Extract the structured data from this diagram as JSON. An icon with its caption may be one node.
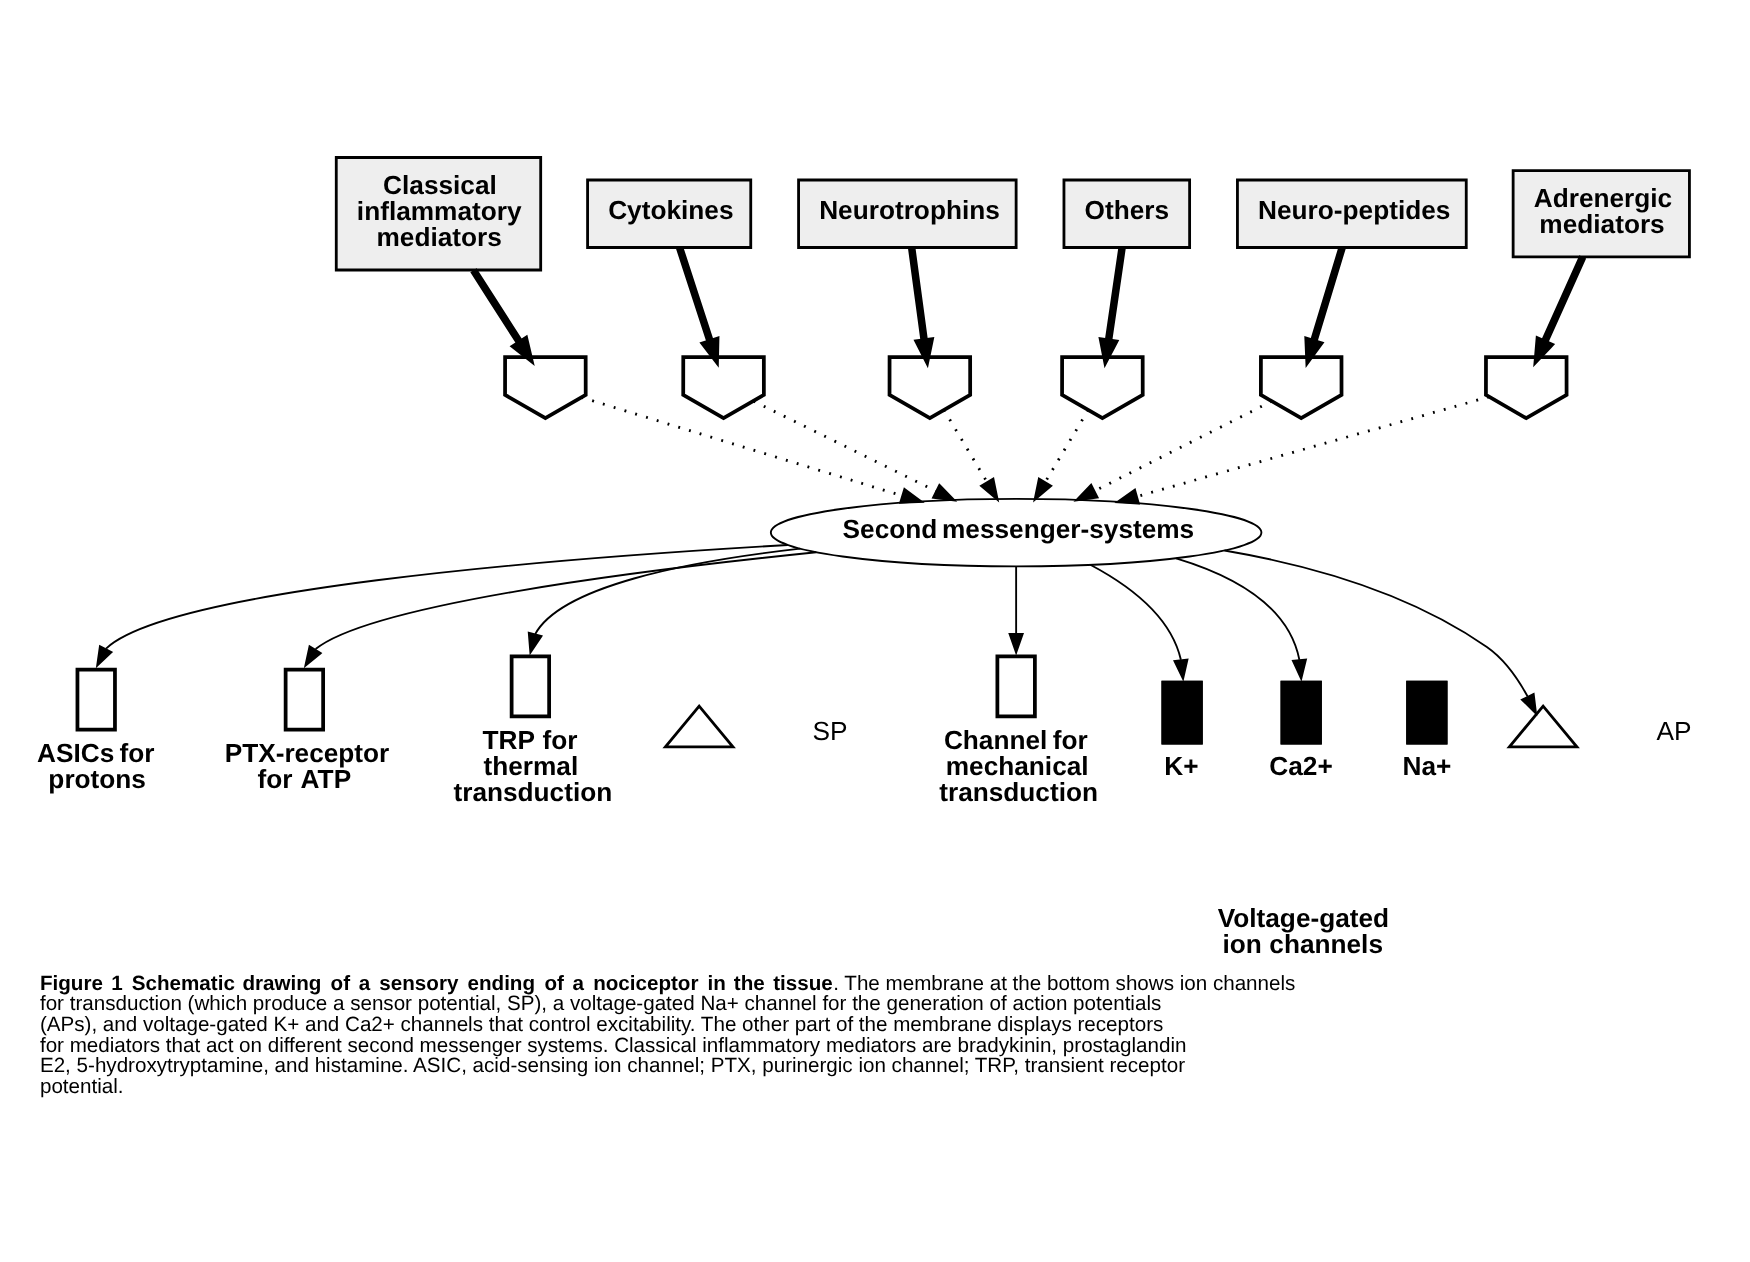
{
  "diagram": {
    "caption": "**Figure 1 Schematic drawing of a sensory ending of a nociceptor in the tissue**. The membrane at the bottom shows ion channels for transduction (which produce a sensor potential, SP), a voltage-gated Na+ channel for the generation of action potentials (APs), and voltage-gated K+ and Ca2+ channels that control excitability. The other part of the membrane displays receptors for mediators that act on different second messenger systems. Classical inflammatory mediators are bradykinin, prostaglandin E2, 5-hydroxytryptamine, and histamine. ASIC, acid-sensing ion channel; PTX, purinergic ion channel; TRP, transient receptor potential.",
    "nodes": [
      {
        "text": [
          "Classical inflammatory mediators"
        ]
      },
      {
        "text": [
          "Cytokines"
        ]
      },
      {
        "text": [
          "Neurotrophins"
        ]
      },
      {
        "text": [
          "Others"
        ]
      },
      {
        "text": [
          "Neuro-peptides"
        ]
      },
      {
        "text": [
          "Adrenergic mediators"
        ]
      },
      {
        "text": [],
        "shape": "chevron"
      },
      {
        "text": [],
        "shape": "chevron"
      },
      {
        "text": [],
        "shape": "chevron"
      },
      {
        "text": [],
        "shape": "chevron"
      },
      {
        "text": [],
        "shape": "chevron"
      },
      {
        "text": [],
        "shape": "chevron"
      },
      {
        "text": [
          "Second messenger-systems"
        ]
      },
      {
        "text": [],
        "shape": "bar",
        "beside": [
          "ASICs for protons"
        ]
      },
      {
        "text": [],
        "shape": "bar",
        "beside": [
          "PTX-receptor for ATP"
        ]
      },
      {
        "text": [],
        "shape": "bar",
        "beside": [
          "TRP for thermal transduction"
        ]
      },
      {
        "text": [],
        "shape": "bar",
        "beside": [
          "Channel for mechanical transduction"
        ]
      },
      {
        "text": [],
        "shape": "bar",
        "beside": [
          "K+"
        ]
      },
      {
        "text": [],
        "shape": "bar",
        "beside": [
          "Ca2+"
        ]
      },
      {
        "text": [],
        "shape": "bar",
        "beside": [
          "Na+"
        ]
      },
      {
        "text": [],
        "shape": "curve",
        "beside": [
          "SP"
        ]
      },
      {
        "text": [],
        "shape": "curve",
        "beside": [
          "AP"
        ]
      }
    ],
    "edges": [
      {
        "from": 0,
        "to": 6,
        "arrow": "to",
        "style": "thick"
      },
      {
        "from": 1,
        "to": 7,
        "arrow": "to",
        "style": "thick"
      },
      {
        "from": 2,
        "to": 8,
        "arrow": "to",
        "style": "thick"
      },
      {
        "from": 3,
        "to": 9,
        "arrow": "to",
        "style": "thick"
      },
      {
        "from": 4,
        "to": 10,
        "arrow": "to",
        "style": "thick"
      },
      {
        "from": 5,
        "to": 11,
        "arrow": "to",
        "style": "thick"
      },
      {
        "from": 6,
        "to": 12,
        "arrow": "to",
        "style": "dashed"
      },
      {
        "from": 7,
        "to": 12,
        "arrow": "to",
        "style": "dashed"
      },
      {
        "from": 8,
        "to": 12,
        "arrow": "to",
        "style": "dashed"
      },
      {
        "from": 9,
        "to": 12,
        "arrow": "to",
        "style": "dashed"
      },
      {
        "from": 10,
        "to": 12,
        "arrow": "to",
        "style": "dashed"
      },
      {
        "from": 11,
        "to": 12,
        "arrow": "to",
        "style": "dashed"
      },
      {
        "from": 12,
        "to": 13,
        "arrow": "to"
      },
      {
        "from": 12,
        "to": 14,
        "arrow": "to"
      },
      {
        "from": 12,
        "to": 15,
        "arrow": "to"
      },
      {
        "from": 12,
        "to": 16,
        "arrow": "to"
      },
      {
        "from": 12,
        "to": 17,
        "arrow": "to"
      },
      {
        "from": 12,
        "to": 18,
        "arrow": "to"
      },
      {
        "from": 12,
        "to": 21,
        "arrow": "to"
      }
    ],
    "labels": [
      "Voltage-gated ion channels"
    ]
  }
}
